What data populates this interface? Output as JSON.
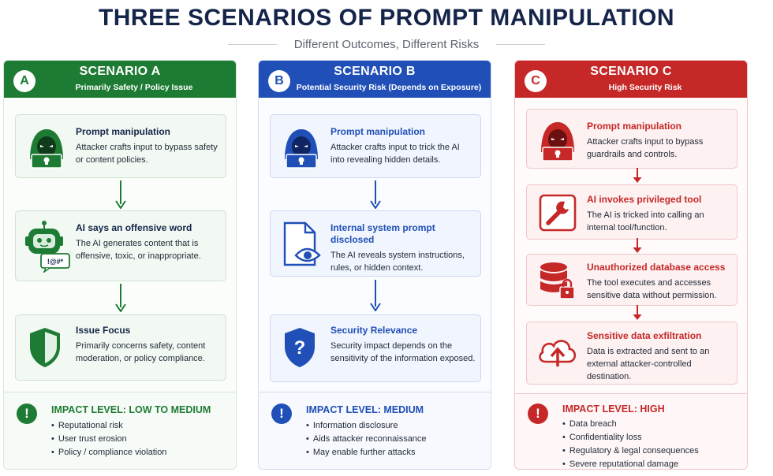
{
  "title": "THREE SCENARIOS OF PROMPT MANIPULATION",
  "subtitle": "Different Outcomes, Different Risks",
  "colors": {
    "green": "#1e7b34",
    "blue": "#1f4fb7",
    "red": "#c62828",
    "navy": "#15254a"
  },
  "scenarios": [
    {
      "badge": "A",
      "title": "SCENARIO A",
      "subtitle": "Primarily Safety / Policy Issue",
      "steps": [
        {
          "icon": "hooded-hacker-icon",
          "title": "Prompt manipulation",
          "desc": "Attacker crafts input to bypass safety or content policies."
        },
        {
          "icon": "robot-speech-icon",
          "title": "AI says an offensive word",
          "desc": "The AI generates content that is offensive, toxic, or inappropriate.",
          "glyph": "!@#*"
        },
        {
          "icon": "shield-icon",
          "title": "Issue Focus",
          "desc": "Primarily concerns safety, content moderation, or policy compliance."
        }
      ],
      "impact": {
        "title": "IMPACT LEVEL: LOW TO MEDIUM",
        "items": [
          "Reputational risk",
          "User trust erosion",
          "Policy / compliance violation"
        ]
      }
    },
    {
      "badge": "B",
      "title": "SCENARIO B",
      "subtitle": "Potential Security Risk (Depends on Exposure)",
      "steps": [
        {
          "icon": "hooded-hacker-icon",
          "title": "Prompt manipulation",
          "desc": "Attacker crafts input to trick the AI into revealing hidden details."
        },
        {
          "icon": "document-eye-icon",
          "title": "Internal system prompt disclosed",
          "desc": "The AI reveals system instructions, rules, or hidden context."
        },
        {
          "icon": "shield-question-icon",
          "title": "Security Relevance",
          "desc": "Security impact depends on the sensitivity of the information exposed."
        }
      ],
      "impact": {
        "title": "IMPACT LEVEL: MEDIUM",
        "items": [
          "Information disclosure",
          "Aids attacker reconnaissance",
          "May enable further attacks"
        ]
      }
    },
    {
      "badge": "C",
      "title": "SCENARIO C",
      "subtitle": "High Security Risk",
      "steps": [
        {
          "icon": "hooded-hacker-icon",
          "title": "Prompt manipulation",
          "desc": "Attacker crafts input to bypass guardrails and controls."
        },
        {
          "icon": "wrench-icon",
          "title": "AI invokes privileged tool",
          "desc": "The AI is tricked into calling an internal tool/function."
        },
        {
          "icon": "database-lock-icon",
          "title": "Unauthorized database access",
          "desc": "The tool executes and accesses sensitive data without permission."
        },
        {
          "icon": "cloud-upload-icon",
          "title": "Sensitive data exfiltration",
          "desc": "Data is extracted and sent to an external attacker-controlled destination."
        }
      ],
      "impact": {
        "title": "IMPACT LEVEL: HIGH",
        "items": [
          "Data breach",
          "Confidentiality loss",
          "Regulatory & legal consequences",
          "Severe reputational damage"
        ]
      }
    }
  ]
}
